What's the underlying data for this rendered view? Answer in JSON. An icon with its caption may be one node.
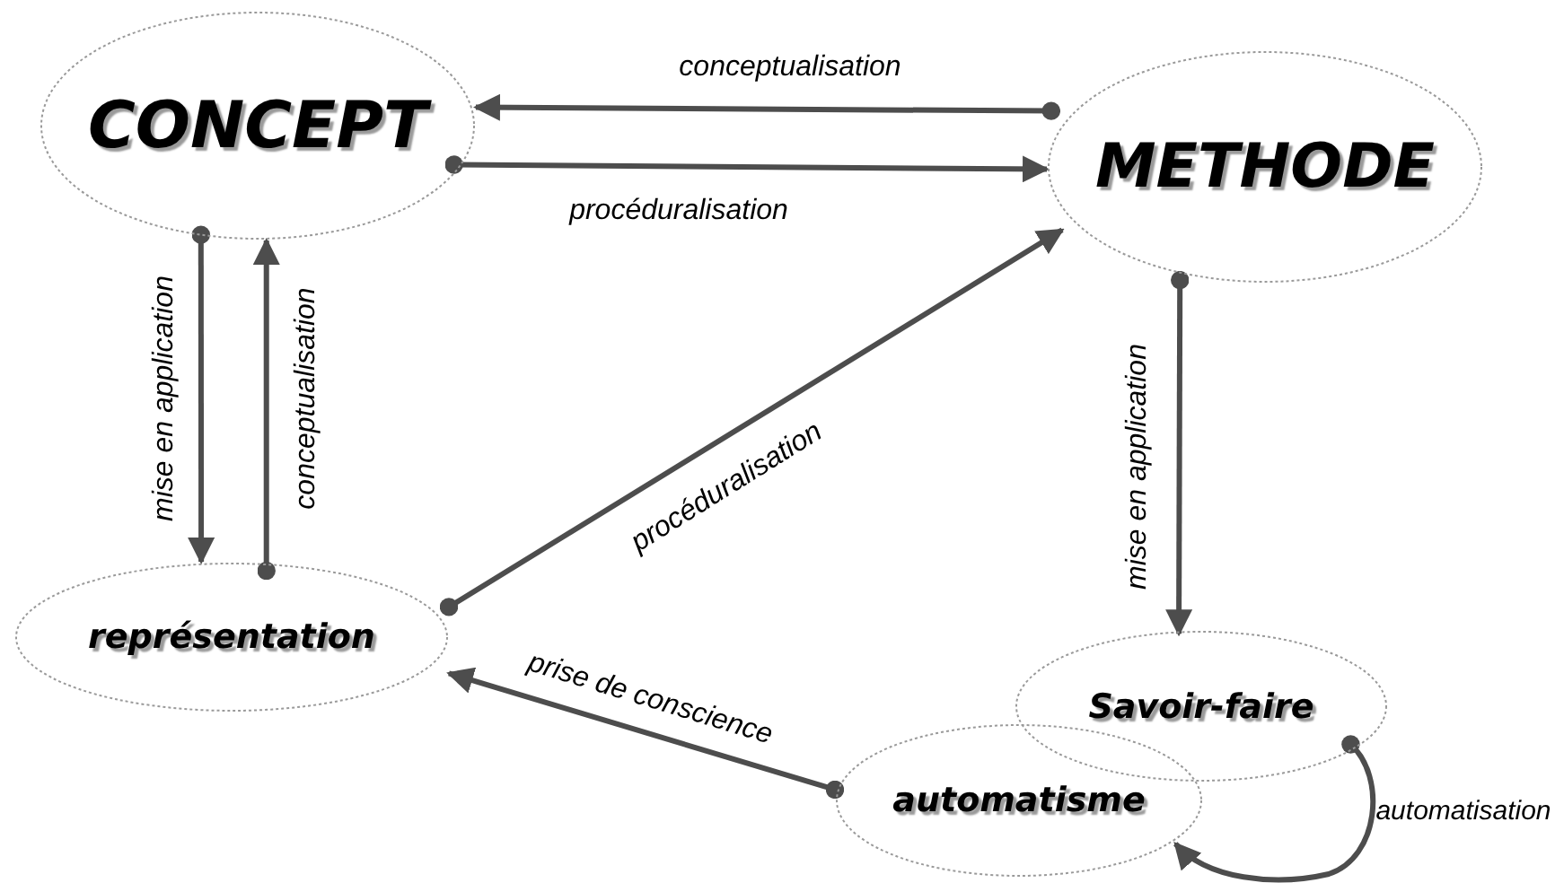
{
  "diagram": {
    "nodes": [
      {
        "text": [
          "CONCEPT"
        ]
      },
      {
        "text": [
          "METHODE"
        ]
      },
      {
        "text": [
          "représentation"
        ]
      },
      {
        "text": [
          "Savoir-faire"
        ]
      },
      {
        "text": [
          "automatisme"
        ]
      }
    ],
    "edges": [
      {
        "from": 1,
        "to": 0,
        "arrow": "to",
        "label": "conceptualisation"
      },
      {
        "from": 0,
        "to": 1,
        "arrow": "to",
        "label": "procéduralisation"
      },
      {
        "from": 0,
        "to": 2,
        "arrow": "to",
        "label": "mise en application"
      },
      {
        "from": 2,
        "to": 0,
        "arrow": "to",
        "label": "conceptualisation"
      },
      {
        "from": 2,
        "to": 1,
        "arrow": "to",
        "label": "procéduralisation"
      },
      {
        "from": 1,
        "to": 3,
        "arrow": "to",
        "label": "mise en application"
      },
      {
        "from": 4,
        "to": 2,
        "arrow": "to",
        "label": "prise de conscience"
      },
      {
        "from": 3,
        "to": 4,
        "arrow": "to",
        "label": "automatisation"
      }
    ]
  }
}
